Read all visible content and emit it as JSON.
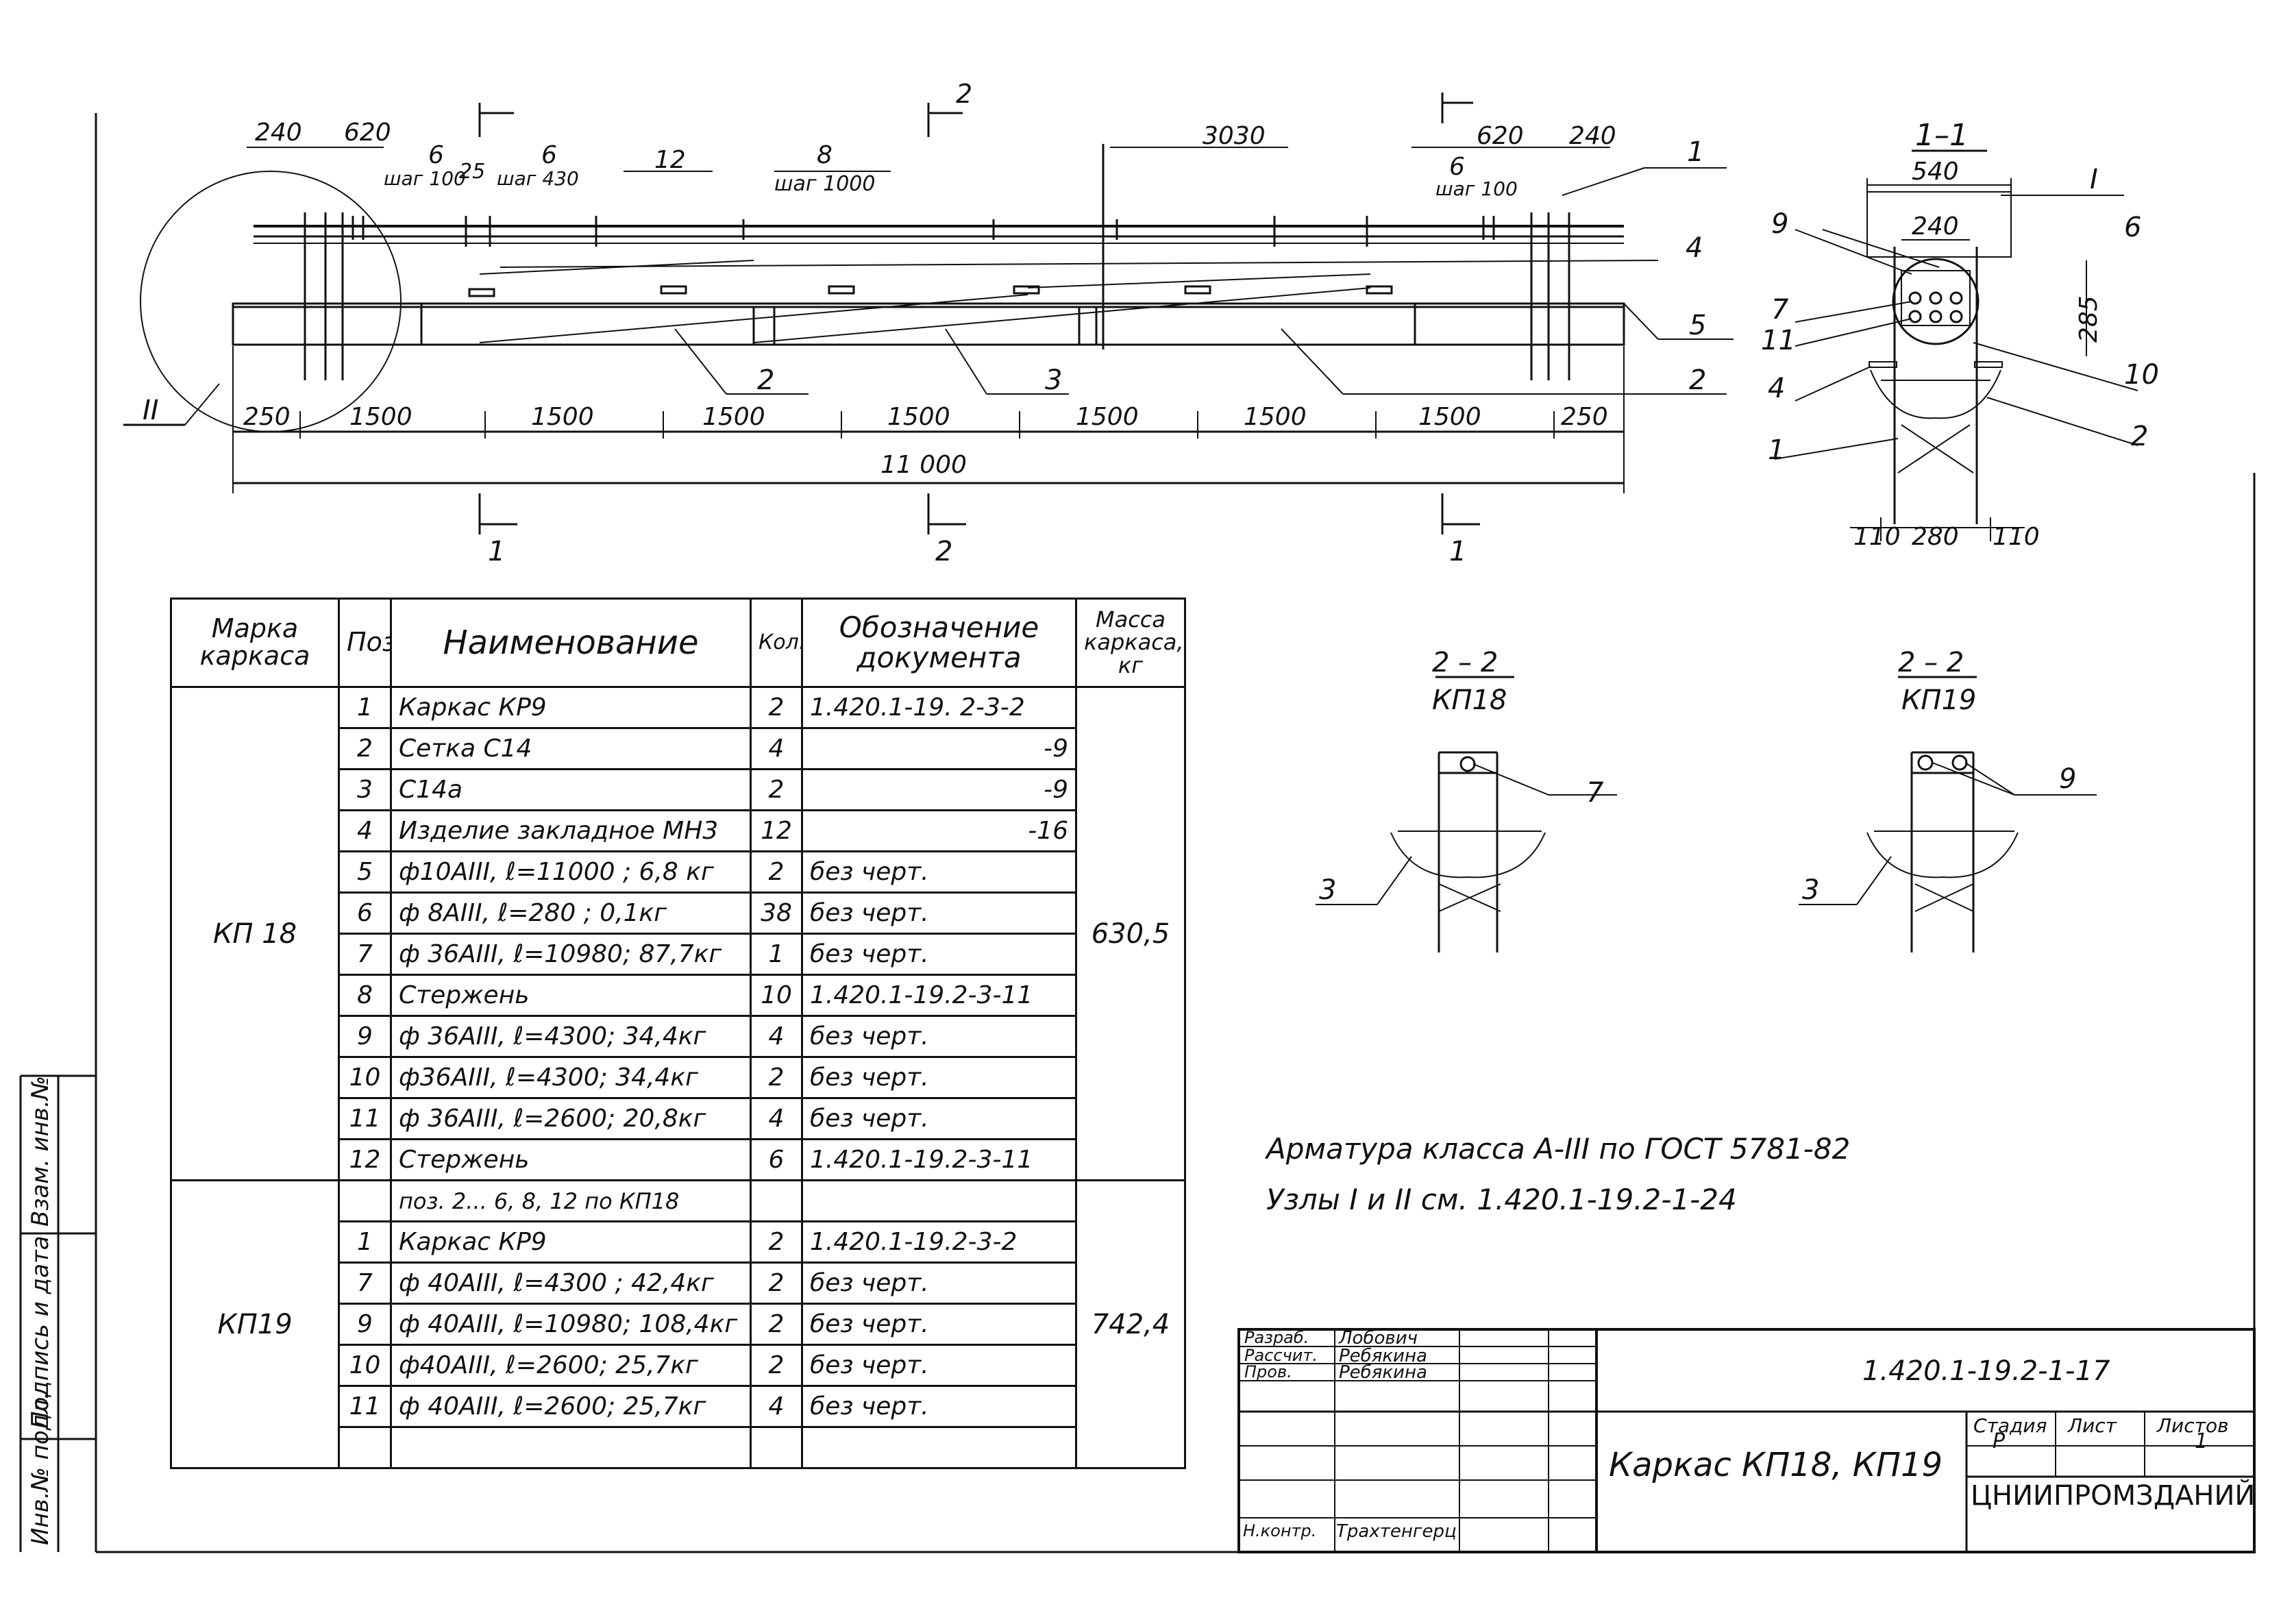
{
  "elevation": {
    "dims_top": {
      "d240_left": "240",
      "d620_left": "620",
      "spacing1_count": "6",
      "spacing1_step": "шаг 100",
      "spacing_25": "25",
      "spacing2_count": "6",
      "spacing2_step": "шаг 430",
      "spacing3": "12",
      "spacing4_count": "8",
      "spacing4_step": "шаг 1000",
      "d3030": "3030",
      "spacing5_count": "6",
      "spacing5_step": "шаг 100",
      "d620_right": "620",
      "d240_right": "240"
    },
    "dims_bottom": [
      "250",
      "1500",
      "1500",
      "1500",
      "1500",
      "1500",
      "1500",
      "1500",
      "250"
    ],
    "total_length": "11 000",
    "callouts": {
      "c1": "1",
      "c2": "2",
      "c3": "3",
      "c4": "4",
      "c5": "5",
      "c2b": "2",
      "c2c": "2"
    },
    "node_ii": "II",
    "section_marks": {
      "top2": "2",
      "bottom1_left": "1",
      "bottom2": "2",
      "bottom1_right": "1"
    }
  },
  "section_1_1": {
    "title": "1–1",
    "dim_width_top": "540",
    "dim_inner": "240",
    "dim_height": "285",
    "dims_bottom": [
      "110",
      "280",
      "110"
    ],
    "node_i": "I",
    "callouts": {
      "c9": "9",
      "c7": "7",
      "c11": "11",
      "c4": "4",
      "c1": "1",
      "c6": "6",
      "c10": "10",
      "c2": "2"
    }
  },
  "section_2_2_a": {
    "title": "2 – 2",
    "subtitle": "КП18",
    "callout_top": "7",
    "callout_left": "3"
  },
  "section_2_2_b": {
    "title": "2 – 2",
    "subtitle": "КП19",
    "callout_top": "9",
    "callout_left": "3"
  },
  "spec_table": {
    "headers": {
      "mark": "Марка каркаса",
      "pos": "Поз.",
      "name": "Наименование",
      "qty": "Кол.",
      "doc": "Обозначение документа",
      "mass": "Масса каркаса, кг"
    },
    "groups": [
      {
        "mark": "КП 18",
        "mass": "630,5",
        "rows": [
          {
            "pos": "1",
            "name": "Каркас     КР9",
            "qty": "2",
            "doc": "1.420.1-19. 2-3-2"
          },
          {
            "pos": "2",
            "name": "Сетка        С14",
            "qty": "4",
            "doc": "-9"
          },
          {
            "pos": "3",
            "name": "                  С14а",
            "qty": "2",
            "doc": "-9"
          },
          {
            "pos": "4",
            "name": "Изделие закладное МН3",
            "qty": "12",
            "doc": "-16"
          },
          {
            "pos": "5",
            "name": "ф10АIII, ℓ=11000 ; 6,8 кг",
            "qty": "2",
            "doc": "без черт."
          },
          {
            "pos": "6",
            "name": "ф 8АIII, ℓ=280 ; 0,1кг",
            "qty": "38",
            "doc": "без черт."
          },
          {
            "pos": "7",
            "name": "ф 36АIII, ℓ=10980; 87,7кг",
            "qty": "1",
            "doc": "без черт."
          },
          {
            "pos": "8",
            "name": "Стержень",
            "qty": "10",
            "doc": "1.420.1-19.2-3-11"
          },
          {
            "pos": "9",
            "name": "ф 36АIII, ℓ=4300; 34,4кг",
            "qty": "4",
            "doc": "без черт."
          },
          {
            "pos": "10",
            "name": "ф36АIII, ℓ=4300; 34,4кг",
            "qty": "2",
            "doc": "без черт."
          },
          {
            "pos": "11",
            "name": "ф 36АIII, ℓ=2600; 20,8кг",
            "qty": "4",
            "doc": "без черт."
          },
          {
            "pos": "12",
            "name": "Стержень",
            "qty": "6",
            "doc": "1.420.1-19.2-3-11"
          }
        ]
      },
      {
        "mark": "КП19",
        "mass": "742,4",
        "note": "поз. 2... 6, 8, 12 по КП18",
        "rows": [
          {
            "pos": "1",
            "name": "Каркас       КР9",
            "qty": "2",
            "doc": "1.420.1-19.2-3-2"
          },
          {
            "pos": "7",
            "name": "ф 40АIII, ℓ=4300 ; 42,4кг",
            "qty": "2",
            "doc": "без черт."
          },
          {
            "pos": "9",
            "name": "ф 40АIII, ℓ=10980; 108,4кг",
            "qty": "2",
            "doc": "без черт."
          },
          {
            "pos": "10",
            "name": "ф40АIII, ℓ=2600; 25,7кг",
            "qty": "2",
            "doc": "без черт."
          },
          {
            "pos": "11",
            "name": "ф 40АIII, ℓ=2600; 25,7кг",
            "qty": "4",
            "doc": "без черт."
          },
          {
            "pos": "",
            "name": "",
            "qty": "",
            "doc": ""
          }
        ]
      }
    ]
  },
  "notes": {
    "line1": "Арматура        класса       А-III по  ГОСТ 5781-82",
    "line2": "Узлы  I и II   см.  1.420.1-19.2-1-24"
  },
  "title_block": {
    "roles": [
      "Разраб.",
      "Рассчит.",
      "Пров.",
      "Н.контр."
    ],
    "names": [
      "Лобович",
      "Ребякина",
      "Ребякина",
      "Трахтенгерц"
    ],
    "doc_code": "1.420.1-19.2-1-17",
    "drawing_title": "Каркас  КП18,  КП19",
    "stage_label": "Стадия",
    "stage": "Р",
    "sheet_label": "Лист",
    "sheet": "",
    "sheets_label": "Листов",
    "sheets": "1",
    "org": "ЦНИИПРОМЗДАНИЙ"
  },
  "side_stamp": {
    "inv_orig": "Инв.№ подл.",
    "sign_date": "Подпись и дата",
    "inv_repl": "Взам. инв.№"
  }
}
